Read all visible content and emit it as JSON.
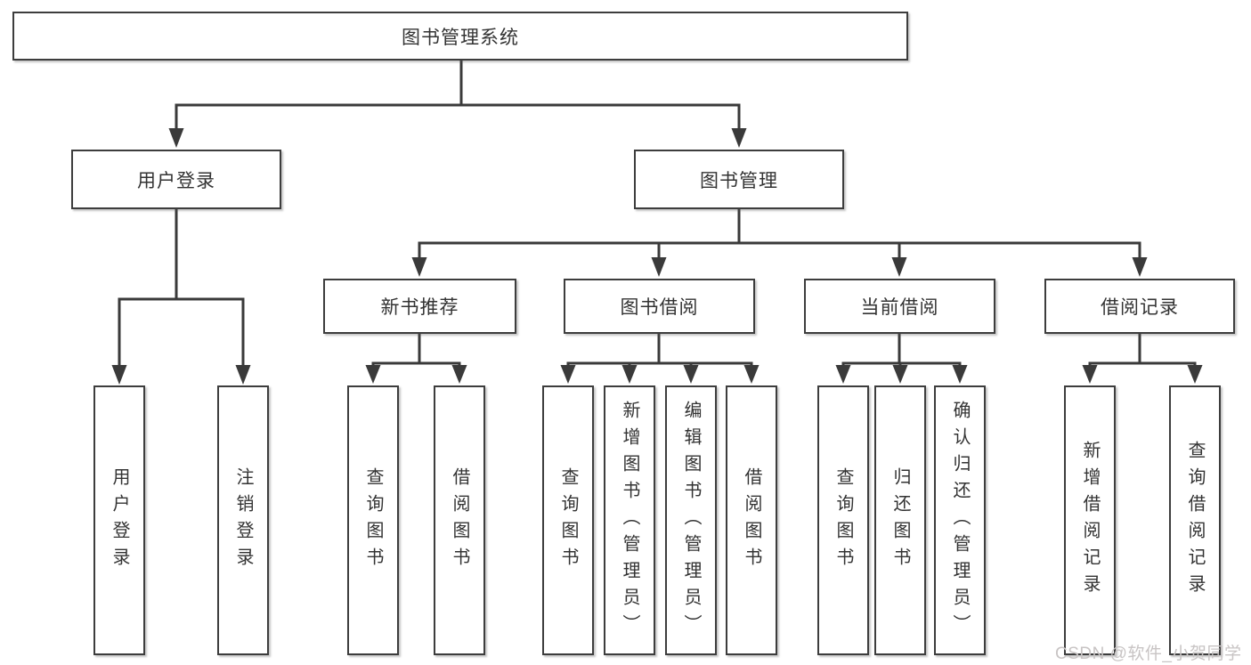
{
  "diagram": {
    "root": {
      "label": "图书管理系统"
    },
    "level2": {
      "user_login": {
        "label": "用户登录"
      },
      "book_mgmt": {
        "label": "图书管理"
      }
    },
    "level3": {
      "new_books": {
        "label": "新书推荐"
      },
      "book_borrow": {
        "label": "图书借阅"
      },
      "current_borrow": {
        "label": "当前借阅"
      },
      "borrow_records": {
        "label": "借阅记录"
      }
    },
    "leaves": {
      "user_login_leaf": {
        "label": "用户登录"
      },
      "logout_leaf": {
        "label": "注销登录"
      },
      "nb_query_books": {
        "label": "查询图书"
      },
      "nb_borrow_books": {
        "label": "借阅图书"
      },
      "bb_query_books": {
        "label": "查询图书"
      },
      "bb_add_books": {
        "label": "新增图书（管理员）"
      },
      "bb_edit_books": {
        "label": "编辑图书（管理员）"
      },
      "bb_borrow_books": {
        "label": "借阅图书"
      },
      "cb_query_books": {
        "label": "查询图书"
      },
      "cb_return_books": {
        "label": "归还图书"
      },
      "cb_confirm_return": {
        "label": "确认归还（管理员）"
      },
      "br_add_record": {
        "label": "新增借阅记录"
      },
      "br_query_record": {
        "label": "查询借阅记录"
      }
    }
  },
  "watermark": {
    "text": "CSDN @软件_小贺同学",
    "color": "#c8c4c4"
  },
  "colors": {
    "line": "#3a3a3a",
    "box_border": "#3d3d3d",
    "text": "#333333",
    "background": "#ffffff"
  }
}
